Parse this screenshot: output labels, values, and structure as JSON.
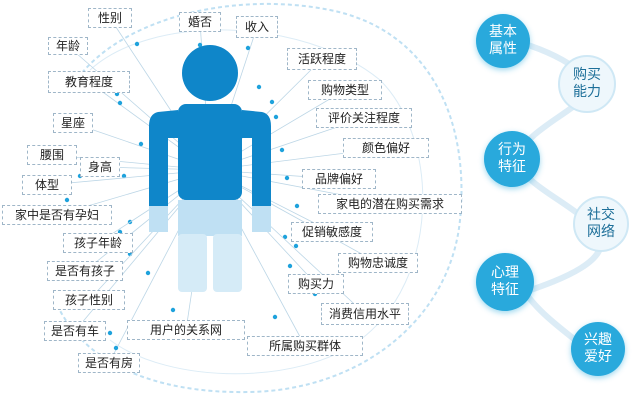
{
  "attributes": [
    "性别",
    "婚否",
    "收入",
    "年龄",
    "活跃程度",
    "教育程度",
    "购物类型",
    "评价关注程度",
    "星座",
    "颜色偏好",
    "腰围",
    "身高",
    "品牌偏好",
    "体型",
    "家电的潜在购买需求",
    "家中是否有孕妇",
    "促销敏感度",
    "孩子年龄",
    "购物忠诚度",
    "是否有孩子",
    "购买力",
    "孩子性别",
    "消费信用水平",
    "是否有车",
    "用户的关系网",
    "所属购买群体",
    "是否有房"
  ],
  "dimensions": [
    {
      "line1": "基本",
      "line2": "属性",
      "style": "dark"
    },
    {
      "line1": "购买",
      "line2": "能力",
      "style": "light"
    },
    {
      "line1": "行为",
      "line2": "特征",
      "style": "dark"
    },
    {
      "line1": "社交",
      "line2": "网络",
      "style": "light"
    },
    {
      "line1": "心理",
      "line2": "特征",
      "style": "dark"
    },
    {
      "line1": "兴趣",
      "line2": "爱好",
      "style": "dark"
    }
  ],
  "colors": {
    "figure_upper": "#0f86c9",
    "figure_lower": "#bfe0f3",
    "circle_dark": "#29a9dc",
    "circle_light": "#eef7fc",
    "connector": "#bcd6e6",
    "dot": "#1ea2dc"
  }
}
